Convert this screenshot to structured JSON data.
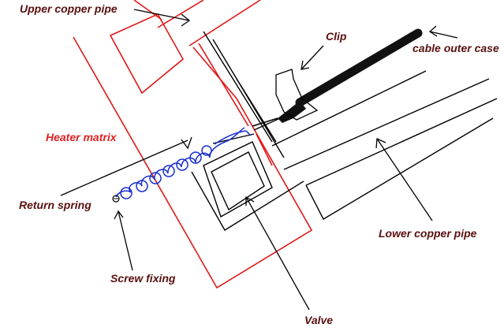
{
  "colors": {
    "label_text": "#5a1010",
    "heater_label": "#e02020",
    "heater_outline": "#e01818",
    "spring": "#1a2fd0",
    "line": "#000000",
    "background": "#ffffff"
  },
  "labels": {
    "upper_copper_pipe": "Upper copper pipe",
    "clip": "Clip",
    "cable_outer_case": "cable outer case",
    "heater_matrix": "Heater matrix",
    "return_spring": "Return spring",
    "screw_fixing": "Screw fixing",
    "lower_copper_pipe": "Lower copper pipe",
    "valve": "Valve"
  }
}
